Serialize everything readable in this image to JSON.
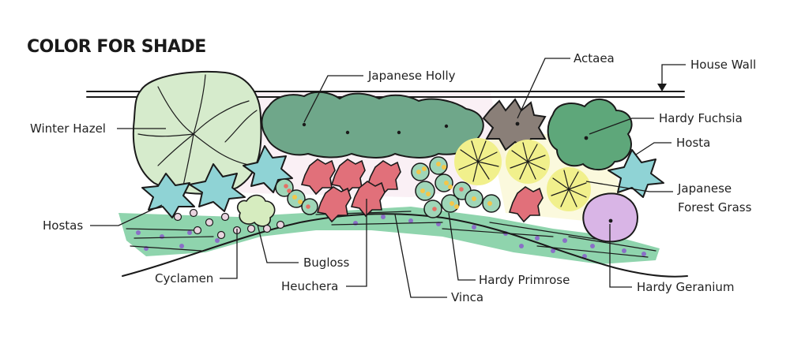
{
  "title": "COLOR FOR SHADE",
  "labels": {
    "japanese_holly": "Japanese Holly",
    "actaea": "Actaea",
    "house_wall": "House Wall",
    "winter_hazel": "Winter Hazel",
    "hardy_fuchsia": "Hardy Fuchsia",
    "hosta": "Hosta",
    "japanese_forest_grass_line1": "Japanese",
    "japanese_forest_grass_line2": "Forest Grass",
    "hostas": "Hostas",
    "bugloss": "Bugloss",
    "cyclamen": "Cyclamen",
    "heuchera": "Heuchera",
    "hardy_primrose": "Hardy Primrose",
    "vinca": "Vinca",
    "hardy_geranium": "Hardy Geranium"
  },
  "colors": {
    "winter_hazel": "#d6ebcc",
    "japanese_holly": "#6fa78a",
    "actaea": "#8a7f78",
    "hardy_fuchsia": "#5ea77a",
    "hosta": "#8fd3d5",
    "forest_grass": "#f1f08c",
    "heuchera": "#e1707a",
    "hardy_primrose": "#9fd6b8",
    "primrose_flower": "#f3c64a",
    "vinca": "#8fd4ad",
    "vinca_flower": "#8a6fc7",
    "hardy_geranium": "#d9b5e6",
    "bugloss": "#d6ecbf",
    "cyclamen": "#c49ab0",
    "ink": "#1a1a1a"
  }
}
